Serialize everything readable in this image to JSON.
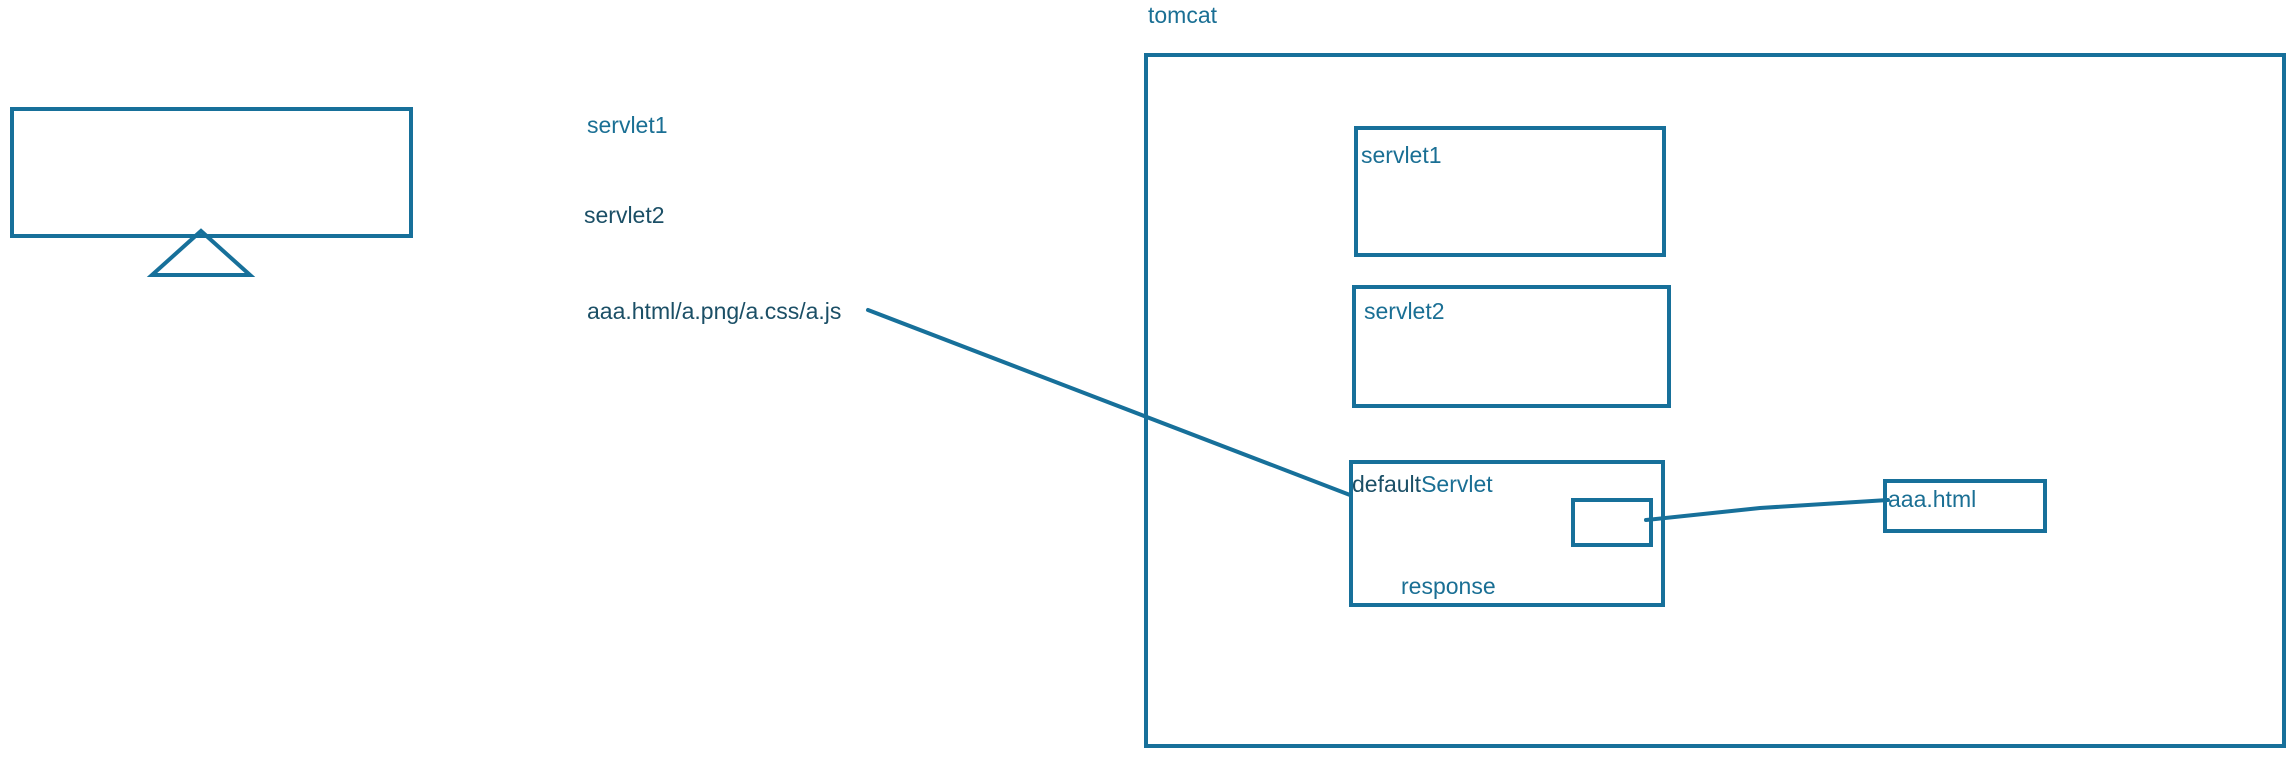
{
  "diagram": {
    "tomcat_label": "tomcat",
    "client_requests": {
      "servlet1": "servlet1",
      "servlet2": "servlet2",
      "static_resources": "aaa.html/a.png/a.css/a.js"
    },
    "tomcat_container": {
      "servlet1_box_label": "servlet1",
      "servlet2_box_label": "servlet2",
      "default_servlet_label_part1": "default",
      "default_servlet_label_part2": "Servlet",
      "response_label": "response",
      "file_label": "aaa.html"
    }
  },
  "colors": {
    "stroke": "#17709a",
    "text": "#1a6f94"
  }
}
